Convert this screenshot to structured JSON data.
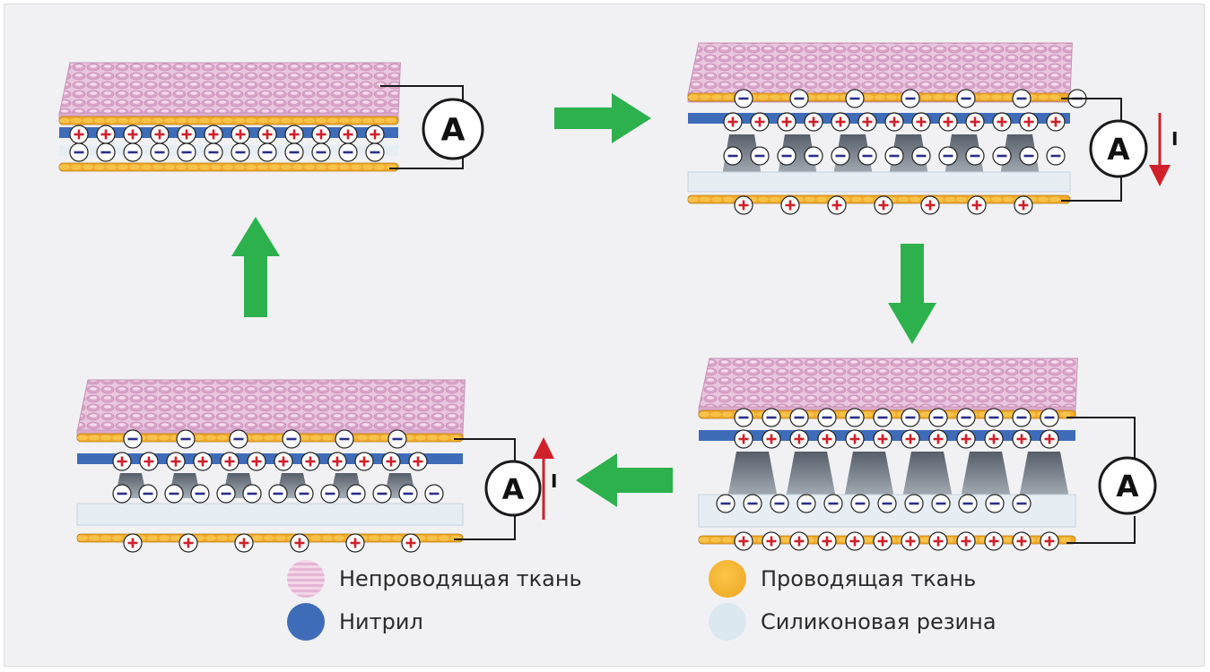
{
  "diagram": {
    "ammeter_label": "A",
    "current_label": "I",
    "stages": [
      {
        "name": "contact"
      },
      {
        "name": "separating",
        "current": "down"
      },
      {
        "name": "separated"
      },
      {
        "name": "approaching",
        "current": "up"
      }
    ]
  },
  "legend": [
    {
      "label": "Непроводящая ткань",
      "color": "#e6b0d6",
      "icon": "pink-fabric-swatch"
    },
    {
      "label": "Нитрил",
      "color": "#3f6cb8",
      "icon": "blue-nitrile-swatch"
    },
    {
      "label": "Проводящая ткань",
      "color": "#f4b32a",
      "icon": "orange-fabric-swatch"
    },
    {
      "label": "Силиконовая резина",
      "color": "#dbe8f0",
      "icon": "silicone-swatch"
    }
  ],
  "colors": {
    "arrow": "#2db14d",
    "current_arrow": "#d0202a",
    "plus_sign": "#d0202a",
    "wire": "#1a1a1a",
    "fabric_pink": "#e8bcd9",
    "conductive": "#f0aa2a",
    "nitrile": "#3f6cb8",
    "silicone": "#e6eef4"
  }
}
